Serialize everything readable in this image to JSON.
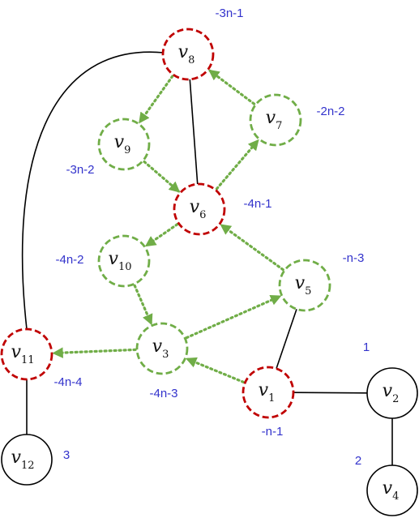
{
  "colors": {
    "red_node": "#c00000",
    "green_node": "#70ad47",
    "black_node": "#000000",
    "label": "#3333cc",
    "edge": "#000000",
    "arrow": "#70ad47"
  },
  "nodes": [
    {
      "id": "v8",
      "var": "v",
      "sub": "8",
      "style": "red",
      "label": "-3n-1"
    },
    {
      "id": "v7",
      "var": "v",
      "sub": "7",
      "style": "green",
      "label": "-2n-2"
    },
    {
      "id": "v9",
      "var": "v",
      "sub": "9",
      "style": "green",
      "label": "-3n-2"
    },
    {
      "id": "v6",
      "var": "v",
      "sub": "6",
      "style": "red",
      "label": "-4n-1"
    },
    {
      "id": "v10",
      "var": "v",
      "sub": "10",
      "style": "green",
      "label": "-4n-2"
    },
    {
      "id": "v5",
      "var": "v",
      "sub": "5",
      "style": "green",
      "label": "-n-3"
    },
    {
      "id": "v3",
      "var": "v",
      "sub": "3",
      "style": "green",
      "label": "-4n-3"
    },
    {
      "id": "v11",
      "var": "v",
      "sub": "11",
      "style": "red",
      "label": "-4n-4"
    },
    {
      "id": "v1",
      "var": "v",
      "sub": "1",
      "style": "red",
      "label": "-n-1"
    },
    {
      "id": "v2",
      "var": "v",
      "sub": "2",
      "style": "black",
      "label": "1"
    },
    {
      "id": "v12",
      "var": "v",
      "sub": "12",
      "style": "black",
      "label": "3"
    },
    {
      "id": "v4",
      "var": "v",
      "sub": "4",
      "style": "black",
      "label": "2"
    }
  ],
  "edges": [
    {
      "from": "v8",
      "to": "v6"
    },
    {
      "from": "v8",
      "to": "v11",
      "curved": true
    },
    {
      "from": "v5",
      "to": "v1"
    },
    {
      "from": "v1",
      "to": "v2"
    },
    {
      "from": "v2",
      "to": "v4"
    },
    {
      "from": "v11",
      "to": "v12"
    }
  ],
  "arrows": [
    {
      "from": "v7",
      "to": "v8"
    },
    {
      "from": "v8",
      "to": "v9"
    },
    {
      "from": "v9",
      "to": "v6"
    },
    {
      "from": "v6",
      "to": "v7"
    },
    {
      "from": "v6",
      "to": "v10"
    },
    {
      "from": "v10",
      "to": "v3"
    },
    {
      "from": "v3",
      "to": "v5"
    },
    {
      "from": "v5",
      "to": "v6"
    },
    {
      "from": "v1",
      "to": "v3"
    },
    {
      "from": "v3",
      "to": "v11"
    }
  ]
}
